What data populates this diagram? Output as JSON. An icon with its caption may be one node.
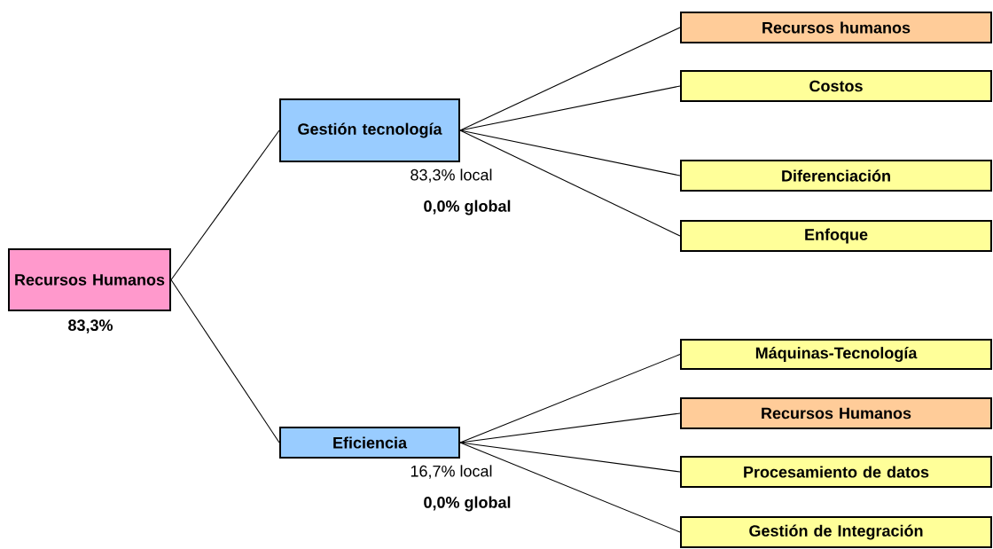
{
  "diagram": {
    "nodes": [
      {
        "text": [
          "Recursos Humanos"
        ],
        "beside": [
          "83,3%"
        ]
      },
      {
        "text": [
          "Gestión tecnología"
        ],
        "beside": [
          "83,3% local",
          "0,0% global"
        ]
      },
      {
        "text": [
          "Eficiencia"
        ],
        "beside": [
          "16,7% local",
          "0,0% global"
        ]
      },
      {
        "text": [
          "Recursos humanos"
        ]
      },
      {
        "text": [
          "Costos"
        ]
      },
      {
        "text": [
          "Diferenciación"
        ]
      },
      {
        "text": [
          "Enfoque"
        ]
      },
      {
        "text": [
          "Máquinas-Tecnología"
        ]
      },
      {
        "text": [
          "Recursos Humanos"
        ]
      },
      {
        "text": [
          "Procesamiento de datos"
        ]
      },
      {
        "text": [
          "Gestión de Integración"
        ]
      }
    ],
    "edges": [
      {
        "from": 0,
        "to": 1,
        "arrow": "none"
      },
      {
        "from": 0,
        "to": 2,
        "arrow": "none"
      },
      {
        "from": 1,
        "to": 3,
        "arrow": "none"
      },
      {
        "from": 1,
        "to": 4,
        "arrow": "none"
      },
      {
        "from": 1,
        "to": 5,
        "arrow": "none"
      },
      {
        "from": 1,
        "to": 6,
        "arrow": "none"
      },
      {
        "from": 2,
        "to": 7,
        "arrow": "none"
      },
      {
        "from": 2,
        "to": 8,
        "arrow": "none"
      },
      {
        "from": 2,
        "to": 9,
        "arrow": "none"
      },
      {
        "from": 2,
        "to": 10,
        "arrow": "none"
      }
    ]
  }
}
